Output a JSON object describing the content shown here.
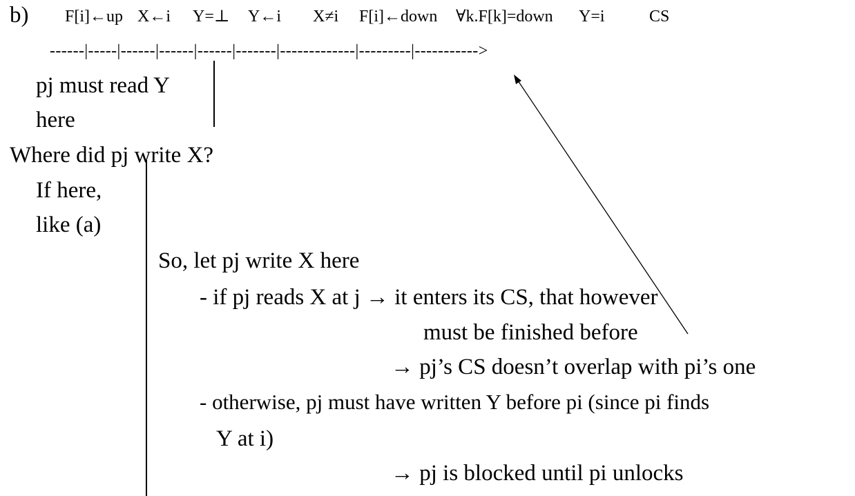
{
  "part_label": "b)",
  "timeline_events": [
    "F[i]←up",
    "X←i",
    "Y=⊥",
    "Y←i",
    "X≠i",
    "F[i]←down",
    "∀k.F[k]=down",
    "Y=i",
    "CS"
  ],
  "timeline_axis": "------|-----|------|------|------|-------|-------------|---------|----------->",
  "notes": {
    "read_y_line1": "pj must read Y",
    "read_y_line2": "here",
    "where_write_x": "Where did pj write X?",
    "if_here": "If here,",
    "like_a": "like (a)",
    "so_let": "So, let pj write X here",
    "if_reads": "- if pj reads X at j → it enters its CS, that however",
    "must_finish": "must be finished before",
    "no_overlap": "→ pj’s CS doesn’t overlap with pi’s one",
    "otherwise_1": "- otherwise, pj must have written Y before pi (since pi finds",
    "otherwise_2": "Y at i)",
    "blocked": "→ pj is blocked until pi unlocks"
  }
}
